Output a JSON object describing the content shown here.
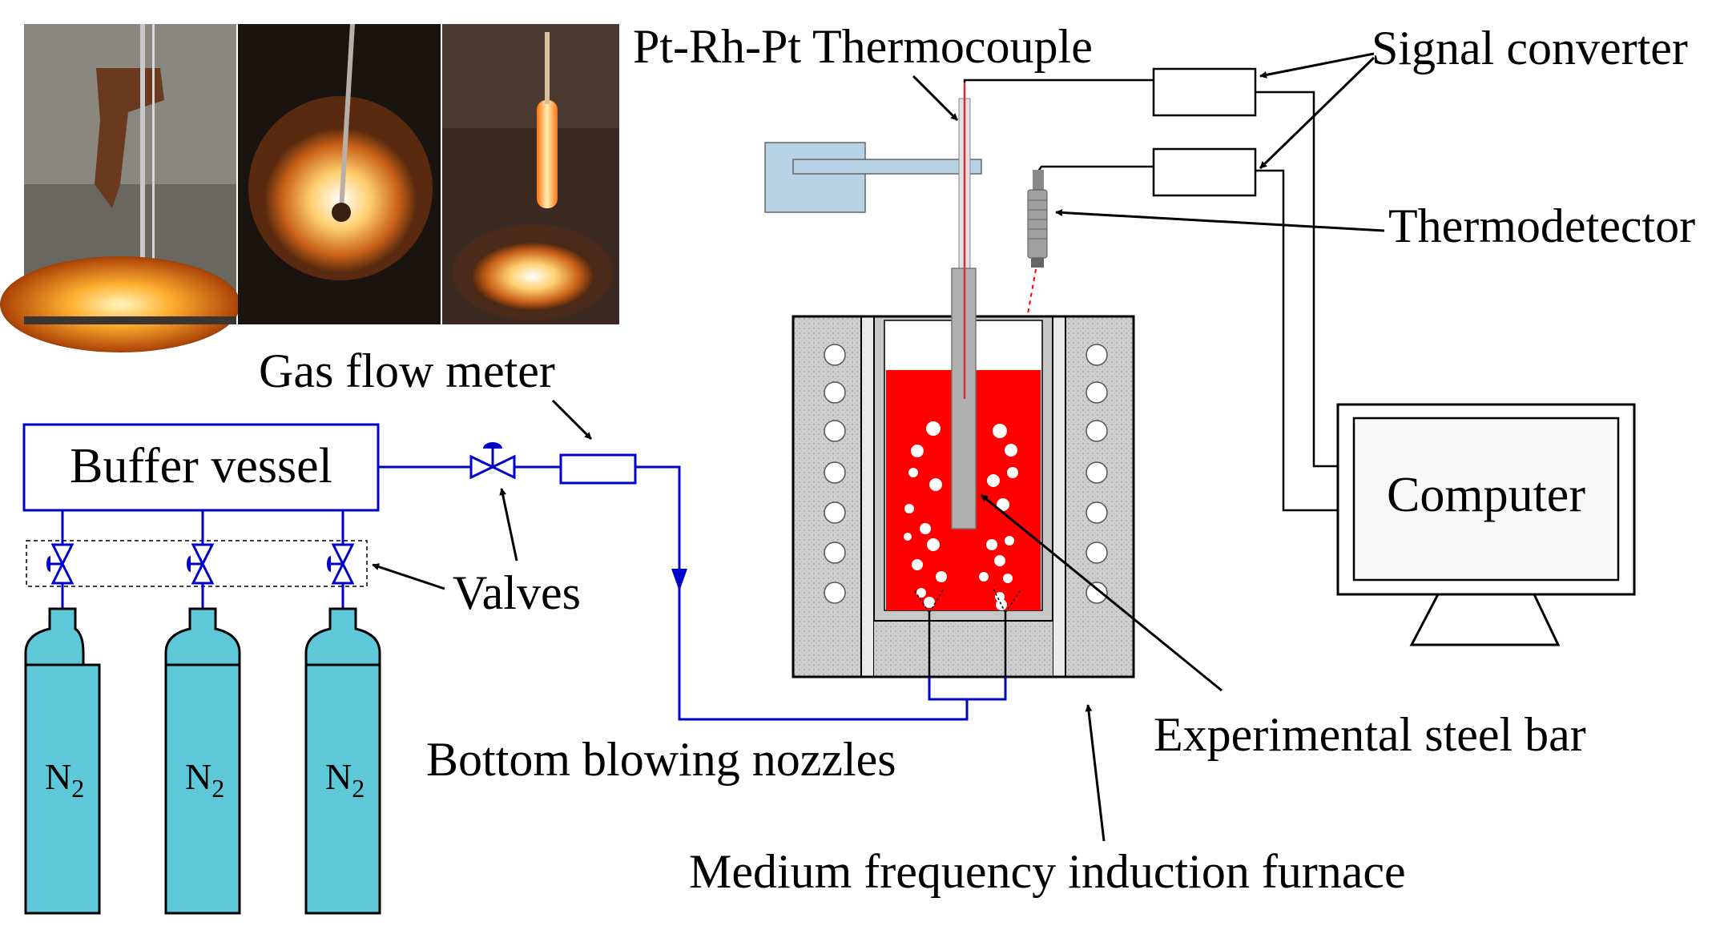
{
  "labels": {
    "thermocouple": "Pt-Rh-Pt Thermocouple",
    "signal_converter": "Signal converter",
    "thermodetector": "Thermodetector",
    "gas_flow_meter": "Gas flow meter",
    "buffer_vessel": "Buffer vessel",
    "valves": "Valves",
    "computer": "Computer",
    "experimental_steel_bar": "Experimental steel bar",
    "bottom_blowing_nozzles": "Bottom blowing nozzles",
    "furnace": "Medium frequency induction furnace"
  },
  "cylinders": [
    {
      "gas": "N",
      "subscript": "2"
    },
    {
      "gas": "N",
      "subscript": "2"
    },
    {
      "gas": "N",
      "subscript": "2"
    }
  ],
  "colors": {
    "gas_line": "#0000cc",
    "cylinder": "#5ec8d8",
    "melt": "#ff0000",
    "furnace_body": "#c8c8c8",
    "probe_block": "#b8d2e6",
    "thermocouple_wire": "#d03030"
  },
  "photos": [
    {
      "name": "furnace-photo-1"
    },
    {
      "name": "furnace-photo-2"
    },
    {
      "name": "furnace-photo-3"
    }
  ]
}
